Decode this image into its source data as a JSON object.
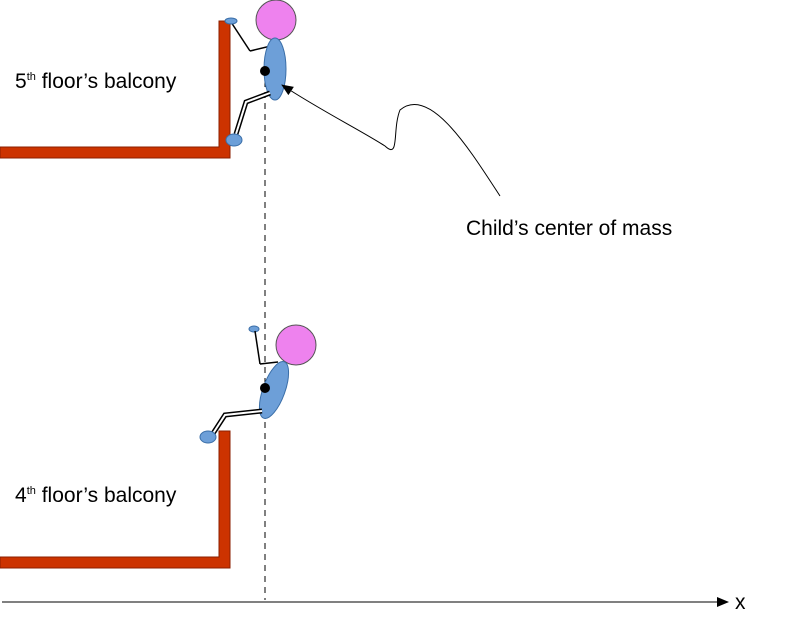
{
  "labels": {
    "fifth_floor_number": "5",
    "fifth_floor_suffix": "th",
    "fifth_floor_text": " floor’s balcony",
    "fourth_floor_number": "4",
    "fourth_floor_suffix": "th",
    "fourth_floor_text": " floor’s balcony",
    "center_of_mass": "Child’s center of mass",
    "axis_label": "x"
  },
  "colors": {
    "balcony_fill": "#cc3300",
    "balcony_outline": "#8b1f00",
    "head": "#ee82ee",
    "body": "#6d9fd8",
    "body_outline": "#3a6ea8",
    "center_dot": "#000000",
    "lines": "#000000"
  }
}
